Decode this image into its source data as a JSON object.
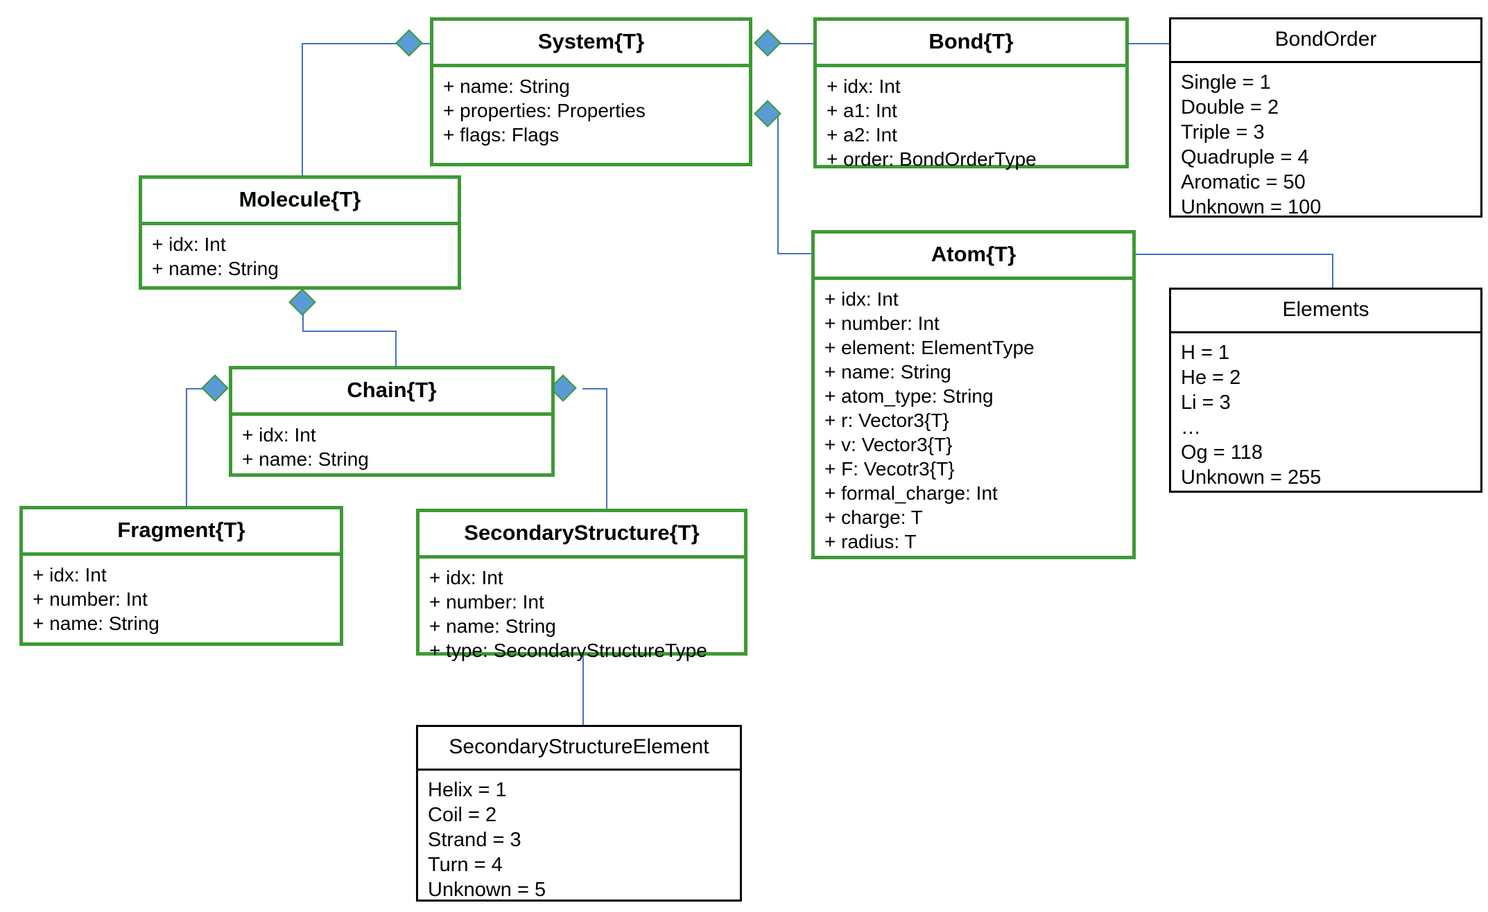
{
  "diagram": {
    "title": "Molecular data structure UML class diagram",
    "colors": {
      "class_border": "#3d9a35",
      "enum_border": "#000000",
      "connector": "#4472c4",
      "diamond_fill": "#5b9bd5",
      "background": "#ffffff"
    }
  },
  "classes": {
    "system": {
      "name": "System{T}",
      "attributes": [
        "+ name: String",
        "+ properties: Properties",
        "+ flags: Flags"
      ]
    },
    "bond": {
      "name": "Bond{T}",
      "attributes": [
        "+ idx: Int",
        "+ a1: Int",
        "+ a2: Int",
        "+ order: BondOrderType"
      ]
    },
    "bond_order": {
      "name": "BondOrder",
      "attributes": [
        "Single = 1",
        "Double = 2",
        "Triple = 3",
        "Quadruple = 4",
        "Aromatic = 50",
        "Unknown = 100"
      ]
    },
    "atom": {
      "name": "Atom{T}",
      "attributes": [
        "+ idx: Int",
        "+ number: Int",
        "+ element: ElementType",
        "+ name: String",
        "+ atom_type: String",
        "+ r: Vector3{T}",
        "+ v: Vector3{T}",
        "+ F: Vecotr3{T}",
        "+ formal_charge: Int",
        "+ charge: T",
        "+ radius: T"
      ]
    },
    "elements": {
      "name": "Elements",
      "attributes": [
        "H = 1",
        "He = 2",
        "Li = 3",
        "…",
        "Og = 118",
        "Unknown = 255"
      ]
    },
    "molecule": {
      "name": "Molecule{T}",
      "attributes": [
        "+ idx: Int",
        "+ name: String"
      ]
    },
    "chain": {
      "name": "Chain{T}",
      "attributes": [
        "+ idx: Int",
        "+ name: String"
      ]
    },
    "fragment": {
      "name": "Fragment{T}",
      "attributes": [
        "+ idx: Int",
        "+ number: Int",
        "+ name: String"
      ]
    },
    "secondary_structure": {
      "name": "SecondaryStructure{T}",
      "attributes": [
        "+ idx: Int",
        "+ number: Int",
        "+ name: String",
        "+ type: SecondaryStructureType"
      ]
    },
    "secondary_structure_element": {
      "name": "SecondaryStructureElement",
      "attributes": [
        "Helix = 1",
        "Coil = 2",
        "Strand = 3",
        "Turn = 4",
        "Unknown = 5"
      ]
    }
  }
}
